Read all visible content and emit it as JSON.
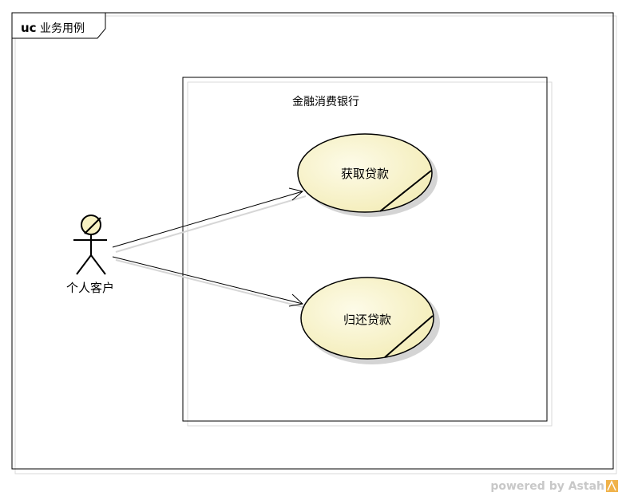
{
  "frame": {
    "keyword": "uc",
    "name": "业务用例"
  },
  "system": {
    "name": "金融消费银行"
  },
  "actor": {
    "name": "个人客户"
  },
  "use_cases": [
    {
      "label": "获取贷款"
    },
    {
      "label": "归还贷款"
    }
  ],
  "watermark": "powered by Astah",
  "colors": {
    "use_case_fill": "#f7f1c3",
    "actor_head_fill": "#f7f1c3",
    "line": "#000000",
    "shadow": "#d9d9d9",
    "watermark_text": "#c8c8c8",
    "watermark_logo": "#f0b24a"
  }
}
